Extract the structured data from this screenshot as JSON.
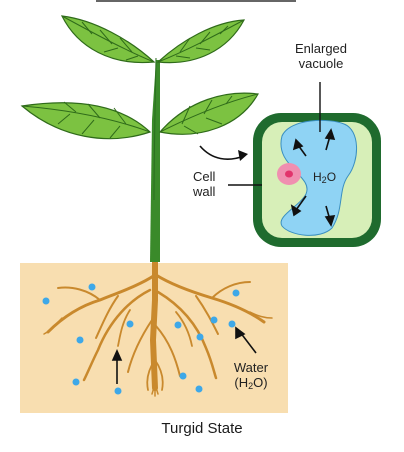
{
  "diagram": {
    "caption": "Turgid State",
    "labels": {
      "enlarged_vacuole_line1": "Enlarged",
      "enlarged_vacuole_line2": "vacuole",
      "cell_wall_line1": "Cell",
      "cell_wall_line2": "wall",
      "h2o_main": "H",
      "h2o_sub": "2",
      "h2o_end": "O",
      "water_line1": "Water",
      "water_paren_open": "(H",
      "water_paren_sub": "2",
      "water_paren_end": "O)"
    }
  },
  "colors": {
    "soil": "#f8deb0",
    "leaf": "#7cc241",
    "leaf_vein": "#2f6b1a",
    "stem": "#3a8a2a",
    "root": "#c9892d",
    "cell_wall": "#1f6b2e",
    "cytoplasm": "#d7efb8",
    "vacuole": "#8fd3f4",
    "nucleus": "#f08fb0",
    "water_dot": "#3ea8e8"
  }
}
